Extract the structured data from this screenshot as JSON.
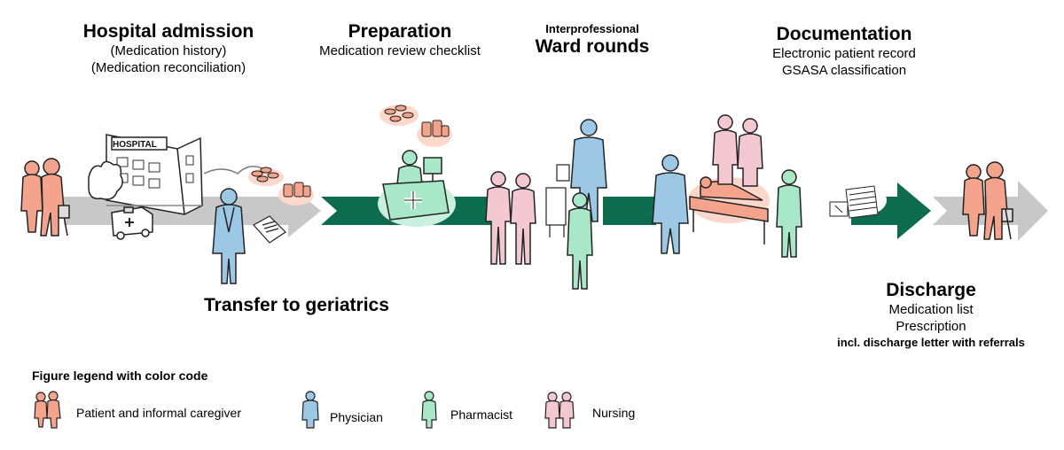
{
  "steps": {
    "admission": {
      "title": "Hospital admission",
      "lines": [
        "(Medication history)",
        "(Medication reconciliation)"
      ]
    },
    "preparation": {
      "title": "Preparation",
      "lines": [
        "Medication review checklist"
      ]
    },
    "ward_rounds": {
      "kicker": "Interprofessional",
      "title": "Ward rounds"
    },
    "documentation": {
      "title": "Documentation",
      "lines": [
        "Electronic patient record",
        "GSASA classification"
      ]
    },
    "transfer": {
      "title": "Transfer to geriatrics"
    },
    "discharge": {
      "title": "Discharge",
      "lines": [
        "Medication list",
        "Prescription"
      ],
      "note": "incl. discharge letter with referrals"
    }
  },
  "illustration_labels": {
    "hospital_sign": "HOSPITAL"
  },
  "legend": {
    "title": "Figure legend with color code",
    "items": [
      {
        "label": "Patient and informal caregiver",
        "color": "#f4a48c",
        "icon": "patient-caregiver-icon"
      },
      {
        "label": "Physician",
        "color": "#9cc8e6",
        "icon": "physician-icon"
      },
      {
        "label": "Pharmacist",
        "color": "#a8e8c8",
        "icon": "pharmacist-icon"
      },
      {
        "label": "Nursing",
        "color": "#f4c8d0",
        "icon": "nursing-icon"
      }
    ]
  },
  "colors": {
    "arrow_grey": "#c8c8c8",
    "arrow_green": "#0d6b4f",
    "patient": "#f4a48c",
    "physician": "#9cc8e6",
    "pharmacist": "#a8e8c8",
    "nursing": "#f4c8d0"
  }
}
